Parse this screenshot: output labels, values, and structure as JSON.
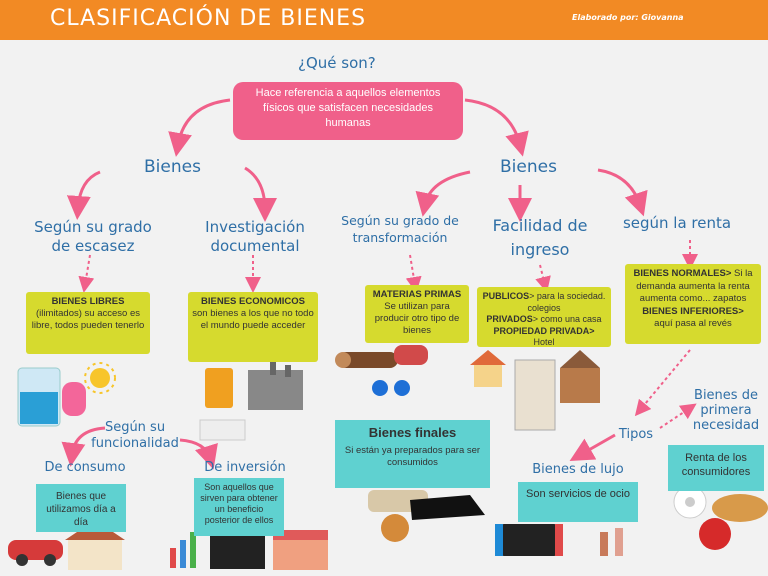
{
  "header": {
    "title": "CLASIFICACIÓN DE BIENES",
    "author": "Elaborado por: Giovanna"
  },
  "center": {
    "question": "¿Qué son?",
    "definition": "Hace referencia a aquellos elementos físicos que satisfacen necesidades humanas"
  },
  "left_branch": {
    "title": "Bienes",
    "escasez": {
      "title_line1": "Según su grado",
      "title_line2": "de escasez",
      "box_term": "BIENES LIBRES",
      "box_text": "(ilimitados) su acceso es libre, todos pueden tenerlo"
    },
    "investigacion": {
      "title_line1": "Investigación",
      "title_line2": "documental",
      "box_term": "BIENES ECONOMICOS",
      "box_text": "son bienes a los que no todo el mundo puede acceder"
    },
    "funcionalidad": {
      "title_line1": "Según su",
      "title_line2": "funcionalidad",
      "consumo_title": "De consumo",
      "consumo_text": "Bienes que utilizamos día a día",
      "inversion_title": "De inversión",
      "inversion_text": "Son aquellos que sirven para obtener un beneficio posterior de ellos"
    }
  },
  "right_branch": {
    "title": "Bienes",
    "transformacion": {
      "title_line1": "Según su grado de",
      "title_line2": "transformación",
      "box_term": "MATERIAS PRIMAS",
      "box_text": "Se utilizan para producir otro tipo de bienes"
    },
    "ingreso": {
      "title_line1": "Facilidad de",
      "title_line2": "ingreso",
      "publicos_term": "PUBLICOS",
      "publicos_text": "> para la sociedad. colegios",
      "privados_term": "PRIVADOS",
      "privados_text": "> como una casa",
      "propiedad_term": "PROPIEDAD PRIVADA>",
      "propiedad_text": "Hotel"
    },
    "renta": {
      "title": "según la renta",
      "normales_term": "BIENES NORMALES>",
      "normales_text": " Si la demanda aumenta la renta aumenta como... zapatos",
      "inferiores_term": "BIENES INFERIORES>",
      "inferiores_text": "aquí pasa al revés",
      "tipos": "Tipos",
      "primera_title_line1": "Bienes de",
      "primera_title_line2": "primera",
      "primera_title_line3": "necesidad",
      "primera_text": "Renta de los consumidores",
      "lujo_title": "Bienes de lujo",
      "lujo_text": "Son servicios de ocio"
    },
    "finales": {
      "title": "Bienes finales",
      "text": "Si están ya preparados para ser consumidos"
    }
  },
  "colors": {
    "header": "#f28a24",
    "pink": "#f0608a",
    "blue_text": "#2f6fa6",
    "yellow_box": "#d6da2e",
    "teal_box": "#5fd1d0"
  }
}
